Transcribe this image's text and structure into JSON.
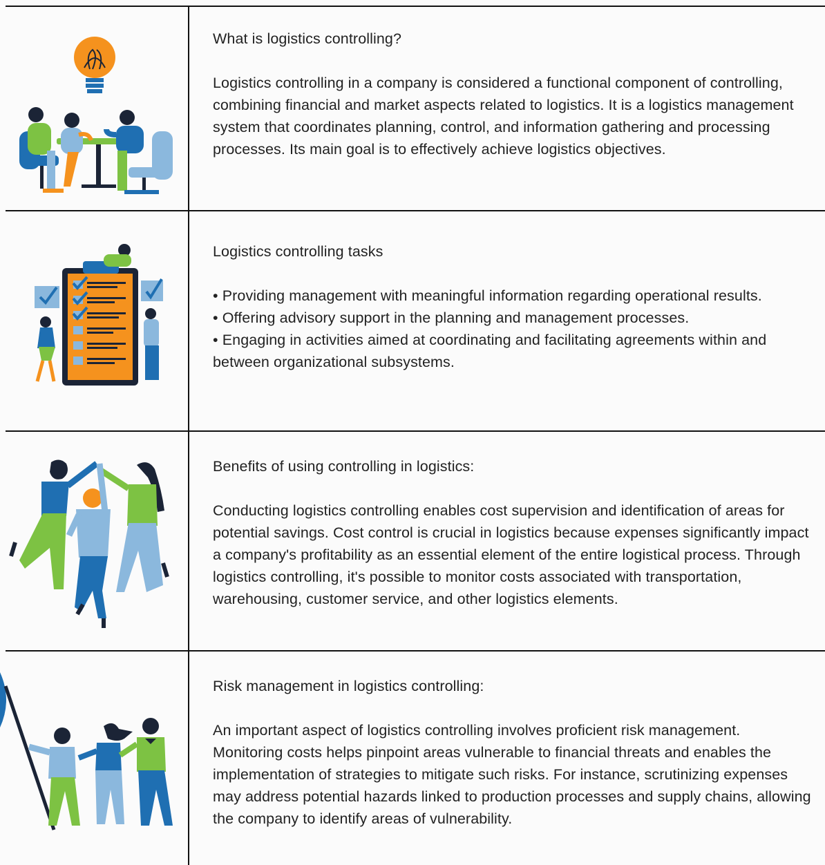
{
  "sections": [
    {
      "title": "What is logistics controlling?",
      "body": "Logistics controlling in a company is considered a functional component of controlling, combining financial and market aspects related to logistics. It is a logistics management system that coordinates planning, control, and information gathering and processing processes. Its main goal is to effectively achieve logistics objectives.",
      "illustration": "team-meeting-lightbulb-icon"
    },
    {
      "title": "Logistics controlling tasks",
      "bullets": [
        "• Providing management with meaningful information regarding operational results.",
        "• Offering advisory support in the planning and management processes.",
        "• Engaging in activities aimed at coordinating and facilitating agreements within and between organizational subsystems."
      ],
      "illustration": "checklist-team-icon"
    },
    {
      "title": "Benefits of using controlling in logistics:",
      "body": "Conducting logistics controlling enables cost supervision and identification of areas for potential savings. Cost control is crucial in logistics because expenses significantly impact a company's profitability as an essential element of the entire logistical process. Through logistics controlling, it's possible to monitor costs associated with transportation, warehousing, customer service, and other logistics elements.",
      "illustration": "high-five-celebration-icon"
    },
    {
      "title": "Risk management in logistics controlling:",
      "body": "An important aspect of logistics controlling involves proficient risk management. Monitoring costs helps pinpoint areas vulnerable to financial threats and enables the implementation of strategies to mitigate such risks. For instance, scrutinizing expenses may address potential hazards linked to production processes and supply chains, allowing the company to identify areas of vulnerability.",
      "illustration": "team-flag-icon"
    }
  ],
  "colors": {
    "orange": "#f5921e",
    "blue": "#1f6fb2",
    "light_blue": "#8bb8dd",
    "green": "#7dc243",
    "dark": "#1b2436"
  }
}
